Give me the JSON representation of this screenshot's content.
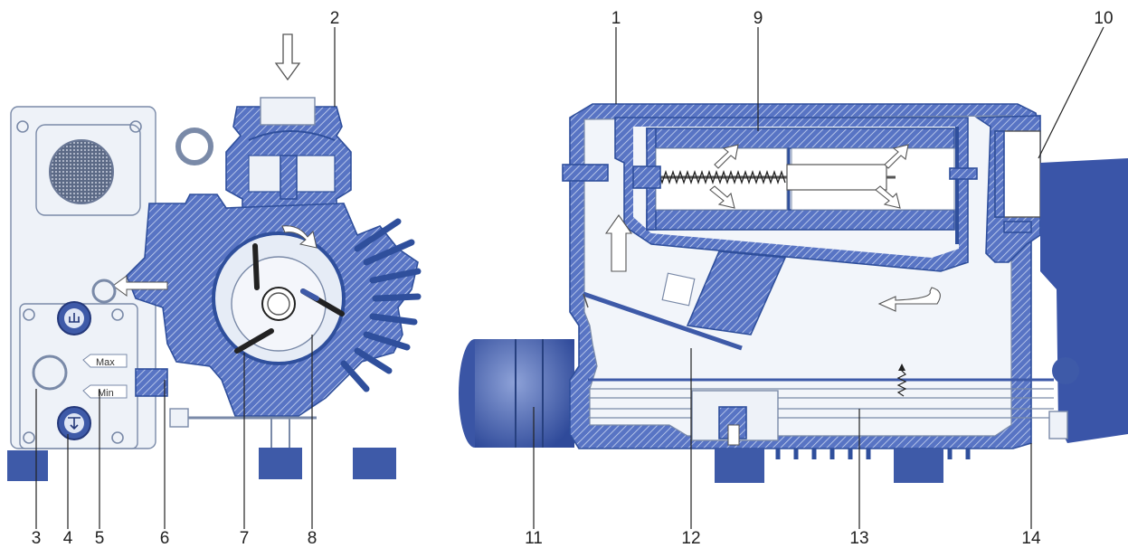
{
  "callouts": {
    "n1": "1",
    "n2": "2",
    "n3": "3",
    "n4": "4",
    "n5": "5",
    "n6": "6",
    "n7": "7",
    "n8": "8",
    "n9": "9",
    "n10": "10",
    "n11": "11",
    "n12": "12",
    "n13": "13",
    "n14": "14"
  },
  "gauge": {
    "max_label": "Max",
    "min_label": "Min"
  },
  "colors": {
    "accent": "#3e5aa8",
    "hatch_line": "#2f4f9c",
    "outline": "#7a8aa8"
  },
  "icons": [
    "arrow-down-icon",
    "arrow-right-icon",
    "flow-arrow-icon",
    "oil-fill-plug-icon",
    "oil-drain-plug-icon",
    "spring-icon"
  ]
}
